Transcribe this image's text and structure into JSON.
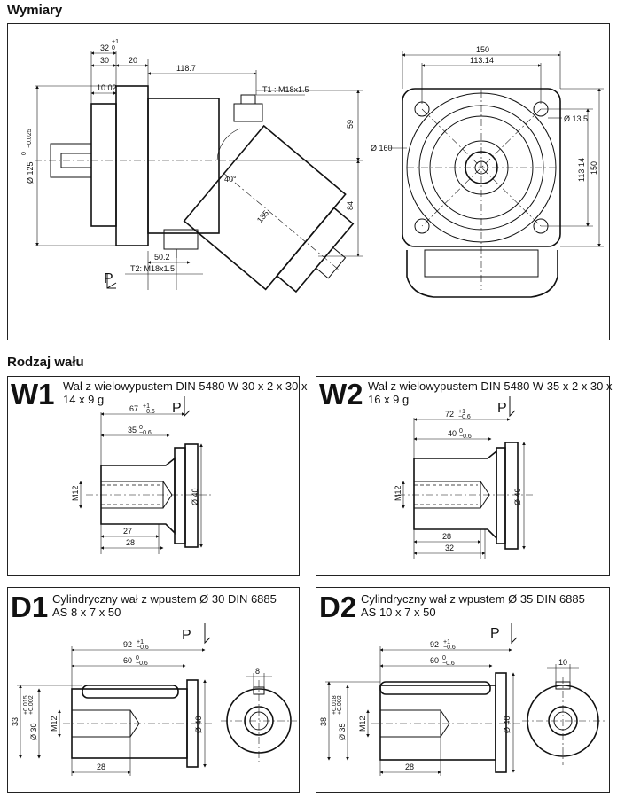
{
  "sections": {
    "dimensions_title": "Wymiary",
    "shaft_title": "Rodzaj wału"
  },
  "main_drawing": {
    "side": {
      "d_32": "32",
      "d_32_tol_up": "+1",
      "d_32_tol_dn": "0",
      "d_30": "30",
      "d_20": "20",
      "d_118_7": "118.7",
      "d_10_02": "10.02",
      "port_t1": "T1 : M18x1.5",
      "d_59": "59",
      "d_84": "84",
      "d_125": "Ø 125",
      "d_125_tol_up": "0",
      "d_125_tol_dn": "−0.025",
      "angle_40": "40°",
      "d_135": "135",
      "d_50_2": "50.2",
      "port_t2": "T2: M18x1.5",
      "p_mark": "P"
    },
    "front": {
      "d_150_top": "150",
      "d_113_14_top": "113.14",
      "d_13_5": "Ø 13.5",
      "d_160": "Ø 160",
      "d_113_14_right": "113.14",
      "d_150_right": "150"
    }
  },
  "shafts": [
    {
      "code": "W1",
      "desc_line1": "Wał z wielowypustem DIN 5480 W 30 x 2 x 30 x",
      "desc_line2": "14 x 9 g",
      "p_mark": "P",
      "l_outer": "67",
      "l_outer_tol_up": "+1",
      "l_outer_tol_dn": "−0.6",
      "l_inner": "35",
      "l_inner_tol_up": "0",
      "l_inner_tol_dn": "−0.6",
      "thread": "M12",
      "dia": "Ø 40",
      "b1": "27",
      "b2": "28"
    },
    {
      "code": "W2",
      "desc_line1": "Wał z wielowypustem DIN 5480 W 35 x 2 x 30 x",
      "desc_line2": "16 x 9 g",
      "p_mark": "P",
      "l_outer": "72",
      "l_outer_tol_up": "+1",
      "l_outer_tol_dn": "−0.6",
      "l_inner": "40",
      "l_inner_tol_up": "0",
      "l_inner_tol_dn": "−0.6",
      "thread": "M12",
      "dia": "Ø 40",
      "b1": "28",
      "b2": "32"
    },
    {
      "code": "D1",
      "desc_line1": "Cylindryczny wał z wpustem Ø 30 DIN 6885",
      "desc_line2": "AS 8 x 7 x 50",
      "p_mark": "P",
      "l_outer": "92",
      "l_outer_tol_up": "+1",
      "l_outer_tol_dn": "−0.6",
      "l_inner": "60",
      "l_inner_tol_up": "0",
      "l_inner_tol_dn": "−0.6",
      "key_h": "33",
      "shaft_dia": "Ø 30",
      "shaft_dia_tol_up": "+0.015",
      "shaft_dia_tol_dn": "+0.002",
      "thread": "M12",
      "dia": "Ø 40",
      "b1": "28",
      "key_w": "8"
    },
    {
      "code": "D2",
      "desc_line1": "Cylindryczny wał z wpustem Ø 35 DIN 6885",
      "desc_line2": "AS 10 x 7 x 50",
      "p_mark": "P",
      "l_outer": "92",
      "l_outer_tol_up": "+1",
      "l_outer_tol_dn": "−0.6",
      "l_inner": "60",
      "l_inner_tol_up": "0",
      "l_inner_tol_dn": "−0.6",
      "key_h": "38",
      "shaft_dia": "Ø 35",
      "shaft_dia_tol_up": "+0.018",
      "shaft_dia_tol_dn": "+0.002",
      "thread": "M12",
      "dia": "Ø 40",
      "b1": "28",
      "key_w": "10"
    }
  ]
}
